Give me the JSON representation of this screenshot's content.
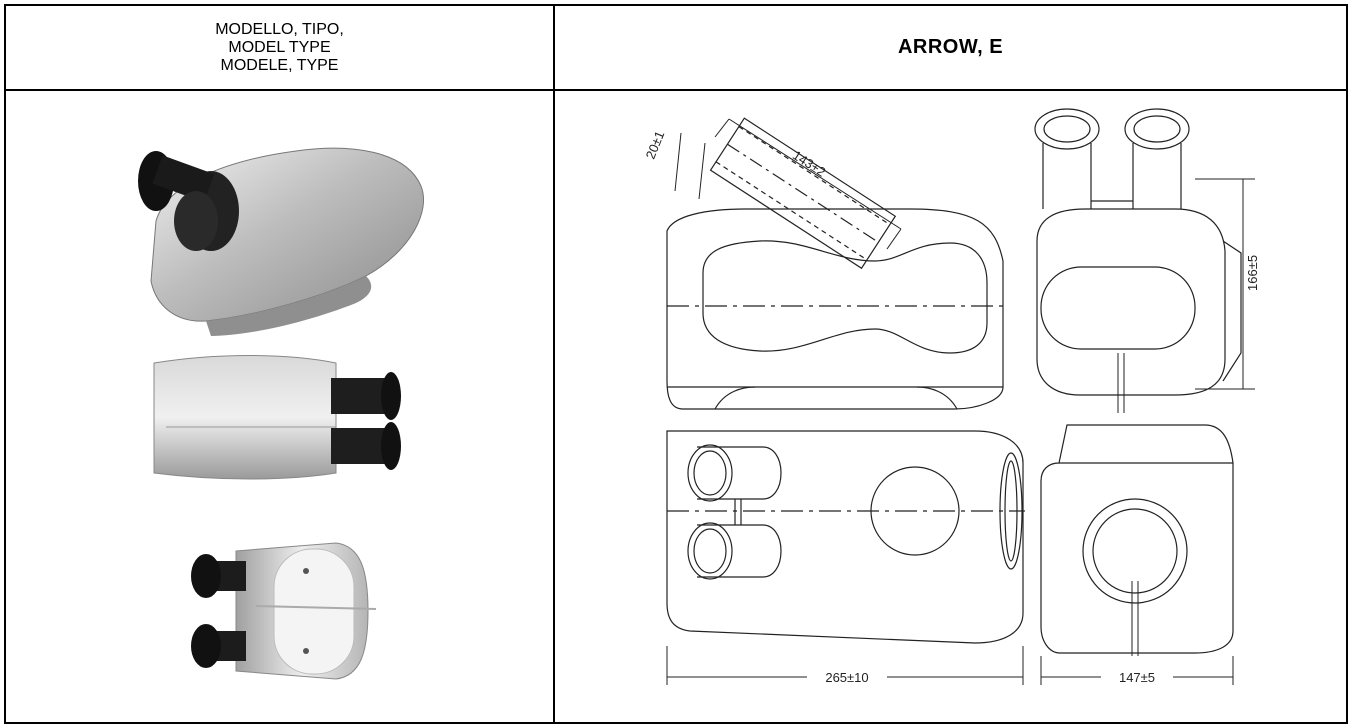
{
  "header": {
    "label_lines": [
      "MODELLO, TIPO,",
      "MODEL TYPE",
      "MODELE, TYPE"
    ],
    "model_name": "ARROW, E"
  },
  "photos": [
    {
      "name": "tank-view-perspective"
    },
    {
      "name": "tank-view-side"
    },
    {
      "name": "tank-view-top"
    }
  ],
  "dimensions": {
    "pipe_diameter": "20±1",
    "pipe_length": "143±2",
    "height": "166±5",
    "length": "265±10",
    "width": "147±5"
  }
}
